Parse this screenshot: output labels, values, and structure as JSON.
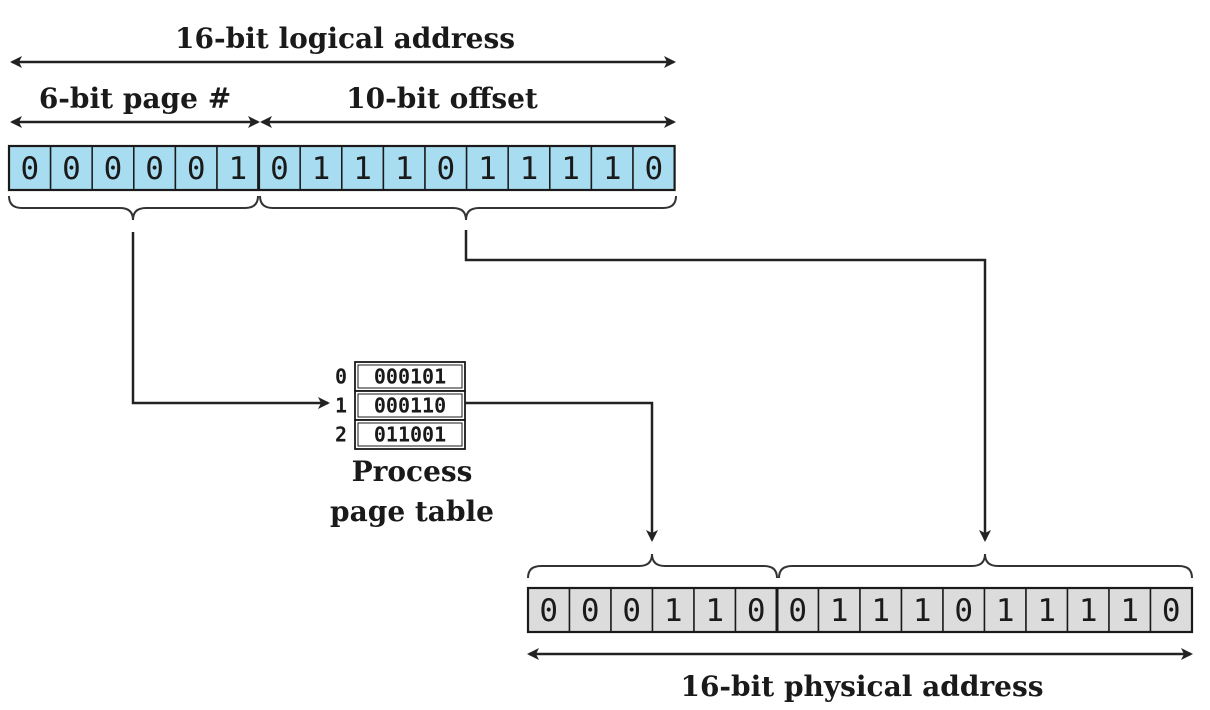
{
  "logical_address": {
    "label": "16-bit logical address",
    "page_label": "6-bit page #",
    "offset_label": "10-bit offset",
    "bits": [
      "0",
      "0",
      "0",
      "0",
      "0",
      "1",
      "0",
      "1",
      "1",
      "1",
      "0",
      "1",
      "1",
      "1",
      "1",
      "0"
    ],
    "page_bit_count": 6,
    "fill_color": "#a8dcf0"
  },
  "page_table": {
    "caption_line1": "Process",
    "caption_line2": "page table",
    "rows": [
      {
        "index": "0",
        "frame": "000101"
      },
      {
        "index": "1",
        "frame": "000110"
      },
      {
        "index": "2",
        "frame": "011001"
      }
    ],
    "highlight_row": 1
  },
  "physical_address": {
    "label": "16-bit physical address",
    "bits": [
      "0",
      "0",
      "0",
      "1",
      "1",
      "0",
      "0",
      "1",
      "1",
      "1",
      "0",
      "1",
      "1",
      "1",
      "1",
      "0"
    ],
    "frame_bit_count": 6,
    "fill_color": "#dcdcdc"
  }
}
